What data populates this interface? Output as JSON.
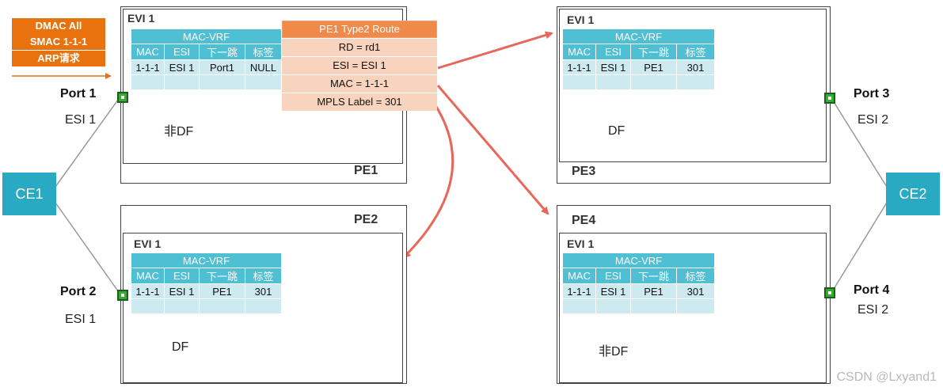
{
  "legend": {
    "line1": "DMAC All",
    "line2": "SMAC 1-1-1",
    "line3": "ARP请求"
  },
  "colors": {
    "ce": "#29a9c2",
    "table_header": "#4fbfd3",
    "table_row": "#cdeaf1",
    "route_title": "#f08a4b",
    "route_row": "#f8d3bd",
    "arrow": "#e8675a",
    "legend": "#e8730e",
    "port": "#3aa835"
  },
  "route": {
    "title": "PE1 Type2 Route",
    "rows": [
      "RD = rd1",
      "ESI = ESI 1",
      "MAC = 1-1-1",
      "MPLS Label = 301"
    ]
  },
  "table_header": {
    "title": "MAC-VRF",
    "cols": [
      "MAC",
      "ESI",
      "下一跳",
      "标签"
    ]
  },
  "pe1": {
    "name": "PE1",
    "evi": "EVI 1",
    "role": "非DF",
    "row": [
      "1-1-1",
      "ESI 1",
      "Port1",
      "NULL"
    ]
  },
  "pe2": {
    "name": "PE2",
    "evi": "EVI 1",
    "role": "DF",
    "row": [
      "1-1-1",
      "ESI 1",
      "PE1",
      "301"
    ]
  },
  "pe3": {
    "name": "PE3",
    "evi": "EVI 1",
    "role": "DF",
    "row": [
      "1-1-1",
      "ESI 1",
      "PE1",
      "301"
    ]
  },
  "pe4": {
    "name": "PE4",
    "evi": "EVI 1",
    "role": "非DF",
    "row": [
      "1-1-1",
      "ESI 1",
      "PE1",
      "301"
    ]
  },
  "ce1": {
    "name": "CE1"
  },
  "ce2": {
    "name": "CE2"
  },
  "ports": {
    "p1": {
      "name": "Port 1",
      "esi": "ESI 1"
    },
    "p2": {
      "name": "Port 2",
      "esi": "ESI 1"
    },
    "p3": {
      "name": "Port 3",
      "esi": "ESI 2"
    },
    "p4": {
      "name": "Port 4",
      "esi": "ESI 2"
    }
  },
  "watermark": "CSDN @Lxyand1"
}
